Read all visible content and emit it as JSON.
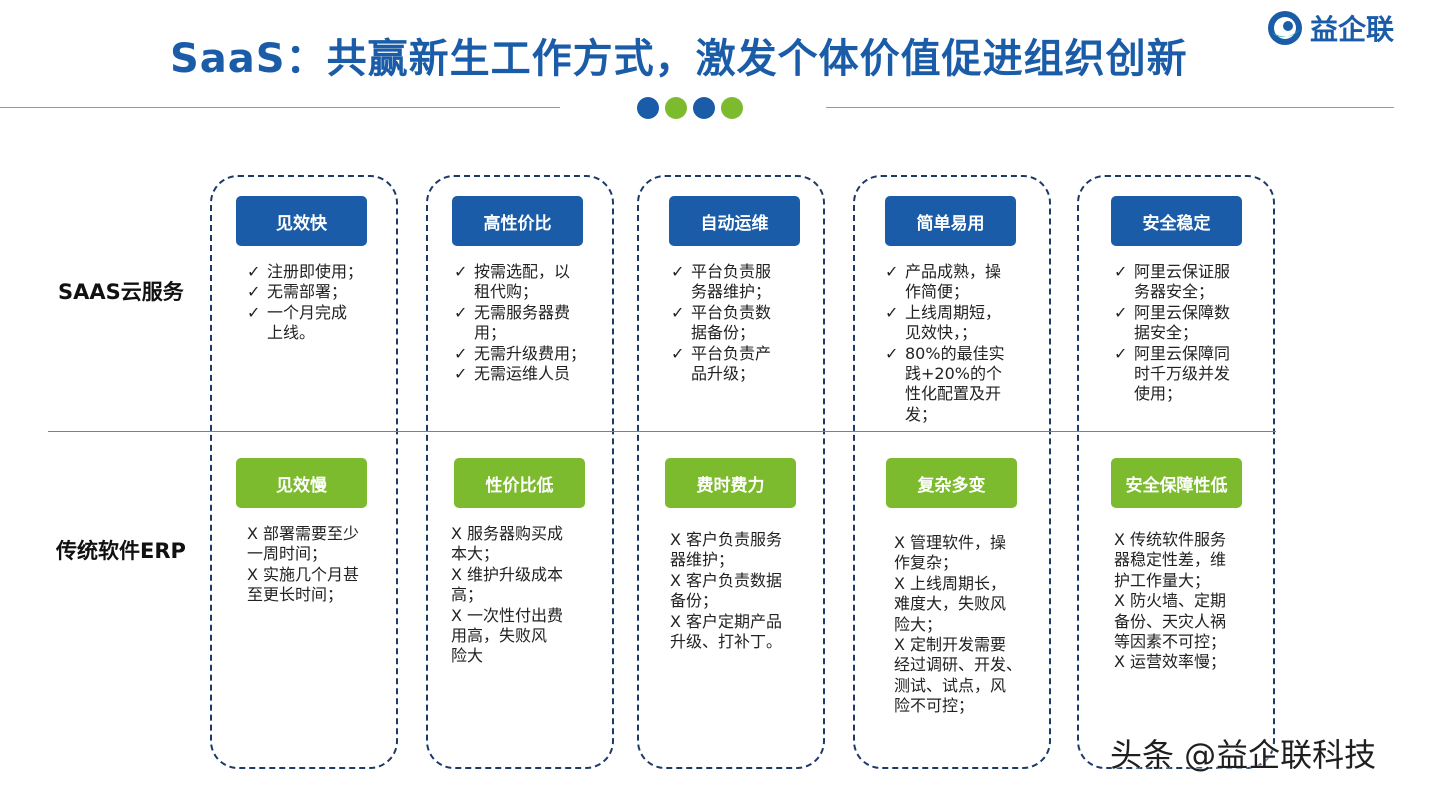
{
  "header": {
    "title": "SaaS：共赢新生工作方式，激发个体价值促进组织创新",
    "logo_text": "益企联",
    "logo_icon": "yiqilian-logo-icon",
    "dot_colors": [
      "#1a5ca8",
      "#7cba2e",
      "#1a5ca8",
      "#7cba2e"
    ]
  },
  "rows": {
    "saas_label": "SAAS云服务",
    "erp_label": "传统软件ERP"
  },
  "columns": [
    {
      "saas_title": "见效快",
      "saas_items": [
        "注册即使用；",
        "无需部署；",
        "一个月完成\n上线。"
      ],
      "erp_title": "见效慢",
      "erp_lines": [
        "X 部署需要至少",
        "一周时间；",
        "X 实施几个月甚",
        "至更长时间；"
      ]
    },
    {
      "saas_title": "高性价比",
      "saas_items": [
        "按需选配，以\n租代购；",
        "无需服务器费\n用；",
        "无需升级费用；",
        "无需运维人员"
      ],
      "erp_title": "性价比低",
      "erp_lines": [
        "X 服务器购买成",
        "本大；",
        "X 维护升级成本",
        "高；",
        "X 一次性付出费",
        "用高，失败风",
        "险大"
      ]
    },
    {
      "saas_title": "自动运维",
      "saas_items": [
        "平台负责服\n务器维护；",
        "平台负责数\n据备份；",
        "平台负责产\n品升级；"
      ],
      "erp_title": "费时费力",
      "erp_lines": [
        "X 客户负责服务",
        "器维护；",
        "X 客户负责数据",
        "备份；",
        "X 客户定期产品",
        "升级、打补丁。"
      ]
    },
    {
      "saas_title": "简单易用",
      "saas_items": [
        "产品成熟，操\n作简便；",
        "上线周期短，\n见效快，；",
        "80%的最佳实\n践+20%的个\n性化配置及开\n发；"
      ],
      "erp_title": "复杂多变",
      "erp_lines": [
        "X 管理软件，操",
        "作复杂；",
        "X 上线周期长，",
        "难度大，失败风",
        "险大；",
        "X 定制开发需要",
        "经过调研、开发、",
        "测试、试点，风",
        "险不可控；"
      ]
    },
    {
      "saas_title": "安全稳定",
      "saas_items": [
        "阿里云保证服\n务器安全；",
        "阿里云保障数\n据安全；",
        "阿里云保障同\n时千万级并发\n使用；"
      ],
      "erp_title": "安全保障性低",
      "erp_lines": [
        "X 传统软件服务",
        "器稳定性差，维",
        "护工作量大；",
        "X 防火墙、定期",
        "备份、天灾人祸",
        "等因素不可控；",
        "X 运营效率慢；"
      ]
    }
  ],
  "check_mark": "✓",
  "watermark": "头条 @益企联科技"
}
